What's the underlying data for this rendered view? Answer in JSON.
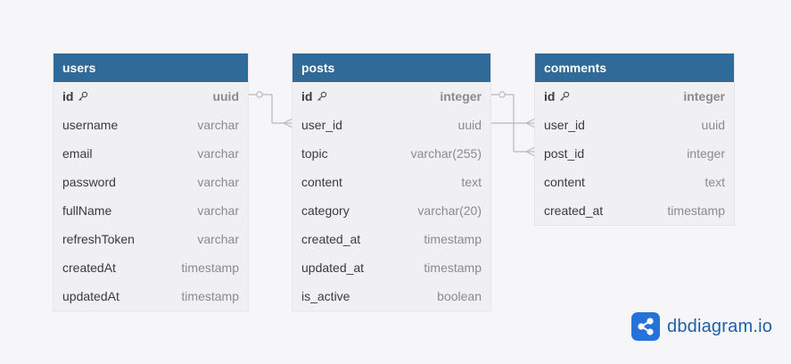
{
  "tables": [
    {
      "name": "users",
      "fields": [
        {
          "name": "id",
          "type": "uuid",
          "pk": true
        },
        {
          "name": "username",
          "type": "varchar"
        },
        {
          "name": "email",
          "type": "varchar"
        },
        {
          "name": "password",
          "type": "varchar"
        },
        {
          "name": "fullName",
          "type": "varchar"
        },
        {
          "name": "refreshToken",
          "type": "varchar"
        },
        {
          "name": "createdAt",
          "type": "timestamp"
        },
        {
          "name": "updatedAt",
          "type": "timestamp"
        }
      ]
    },
    {
      "name": "posts",
      "fields": [
        {
          "name": "id",
          "type": "integer",
          "pk": true
        },
        {
          "name": "user_id",
          "type": "uuid"
        },
        {
          "name": "topic",
          "type": "varchar(255)"
        },
        {
          "name": "content",
          "type": "text"
        },
        {
          "name": "category",
          "type": "varchar(20)"
        },
        {
          "name": "created_at",
          "type": "timestamp"
        },
        {
          "name": "updated_at",
          "type": "timestamp"
        },
        {
          "name": "is_active",
          "type": "boolean"
        }
      ]
    },
    {
      "name": "comments",
      "fields": [
        {
          "name": "id",
          "type": "integer",
          "pk": true
        },
        {
          "name": "user_id",
          "type": "uuid"
        },
        {
          "name": "post_id",
          "type": "integer"
        },
        {
          "name": "content",
          "type": "text"
        },
        {
          "name": "created_at",
          "type": "timestamp"
        }
      ]
    }
  ],
  "relations": [
    {
      "from": "users.id",
      "to": "posts.user_id"
    },
    {
      "from": "posts.id",
      "to": "comments.post_id"
    },
    {
      "from": "users.id",
      "to": "comments.user_id"
    }
  ],
  "brand": {
    "name": "dbdiagram",
    "suffix": ".io",
    "logo_icon": "share-nodes-icon"
  },
  "colors": {
    "header": "#2f6a99",
    "body": "#f0f0f2",
    "line": "#b8b8bd",
    "brand": "#2573d9"
  }
}
